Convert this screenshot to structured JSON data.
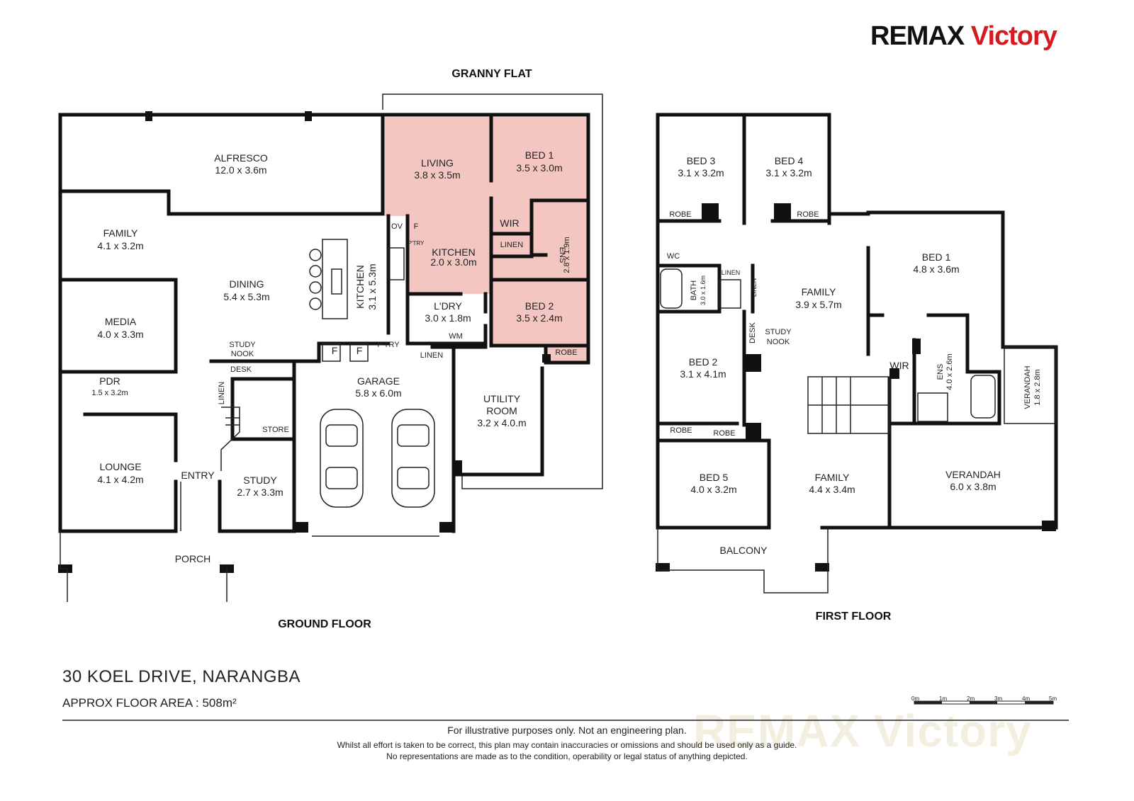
{
  "brand": {
    "name_part1": "REMAX",
    "name_part2": "Victory",
    "accent": "#d71920"
  },
  "watermark": "REMAX Victory",
  "labels": {
    "granny_flat": "GRANNY FLAT",
    "ground_floor": "GROUND FLOOR",
    "first_floor": "FIRST FLOOR"
  },
  "ground_rooms": {
    "alfresco": {
      "name": "ALFRESCO",
      "size": "12.0 x 3.6m"
    },
    "family": {
      "name": "FAMILY",
      "size": "4.1 x 3.2m"
    },
    "dining": {
      "name": "DINING",
      "size": "5.4 x 5.3m"
    },
    "kitchen": {
      "name": "KITCHEN",
      "size": "3.1 x 5.3m"
    },
    "media": {
      "name": "MEDIA",
      "size": "4.0 x 3.3m"
    },
    "pdr": {
      "name": "PDR",
      "size": "1.5 x 3.2m"
    },
    "lounge": {
      "name": "LOUNGE",
      "size": "4.1 x 4.2m"
    },
    "entry": {
      "name": "ENTRY"
    },
    "porch": {
      "name": "PORCH"
    },
    "study_nook": {
      "name1": "STUDY",
      "name2": "NOOK"
    },
    "desk": {
      "name": "DESK"
    },
    "linen": {
      "name": "LINEN"
    },
    "store": {
      "name": "STORE"
    },
    "study": {
      "name": "STUDY",
      "size": "2.7 x 3.3m"
    },
    "garage": {
      "name": "GARAGE",
      "size": "5.8 x 6.0m"
    },
    "ptry": {
      "name": "P'TRY"
    },
    "f1": {
      "name": "F"
    },
    "f2": {
      "name": "F"
    },
    "laundry": {
      "name": "L'DRY",
      "size": "3.0 x 1.8m",
      "wm": "WM"
    },
    "linen2": {
      "name": "LINEN"
    },
    "utility": {
      "name1": "UTILITY",
      "name2": "ROOM",
      "size": "3.2 x 4.0.m"
    },
    "gf_living": {
      "name": "LIVING",
      "size": "3.8 x 3.5m"
    },
    "gf_kitchen": {
      "name": "KITCHEN",
      "size": "2.0 x 3.0m",
      "ov": "OV",
      "f": "F",
      "ptry": "P'TRY"
    },
    "gf_bed1": {
      "name": "BED 1",
      "size": "3.5 x 3.0m"
    },
    "gf_wir": {
      "name": "WIR"
    },
    "gf_linen": {
      "name": "LINEN"
    },
    "gf_ens": {
      "name": "ENS",
      "size": "2.8 x 1.9m"
    },
    "gf_bed2": {
      "name": "BED 2",
      "size": "3.5 x 2.4m"
    },
    "gf_robe": {
      "name": "ROBE"
    }
  },
  "first_rooms": {
    "bed3": {
      "name": "BED 3",
      "size": "3.1 x 3.2m"
    },
    "bed4": {
      "name": "BED 4",
      "size": "3.1 x 3.2m"
    },
    "robe3": {
      "name": "ROBE"
    },
    "robe4": {
      "name": "ROBE"
    },
    "wc": {
      "name": "WC"
    },
    "bath": {
      "name": "BATH",
      "size": "3.0 x 1.6m"
    },
    "linen_a": {
      "name": "LINEN"
    },
    "linen_b": {
      "name": "LINEN"
    },
    "family1": {
      "name": "FAMILY",
      "size": "3.9 x 5.7m"
    },
    "desk": {
      "name": "DESK"
    },
    "study_nook": {
      "name1": "STUDY",
      "name2": "NOOK"
    },
    "bed2": {
      "name": "BED 2",
      "size": "3.1 x 4.1m"
    },
    "robe2": {
      "name": "ROBE"
    },
    "robe5": {
      "name": "ROBE"
    },
    "bed5": {
      "name": "BED 5",
      "size": "4.0 x 3.2m"
    },
    "family2": {
      "name": "FAMILY",
      "size": "4.4 x 3.4m"
    },
    "balcony": {
      "name": "BALCONY"
    },
    "bed1": {
      "name": "BED 1",
      "size": "4.8 x 3.6m"
    },
    "wir": {
      "name": "WIR"
    },
    "ens": {
      "name": "ENS",
      "size": "4.0 x 2.6m"
    },
    "verandah_small": {
      "name": "VERANDAH",
      "size": "1.8 x 2.8m"
    },
    "verandah": {
      "name": "VERANDAH",
      "size": "6.0 x 3.8m"
    }
  },
  "footer": {
    "address": "30 KOEL DRIVE, NARANGBA",
    "area": "APPROX FLOOR AREA  :  508m²",
    "disclaimer1": "For illustrative purposes only. Not an engineering plan.",
    "disclaimer2": "Whilst all effort is taken to be correct, this plan may contain inaccuracies or omissions and should be used only as a guide.",
    "disclaimer3": "No representations are made as to the condition, operability or legal status of anything depicted."
  },
  "scale_bar": [
    "0m",
    "1m",
    "2m",
    "3m",
    "4m",
    "5m"
  ],
  "colors": {
    "granny_fill": "#f4c6c2",
    "wall": "#111111"
  }
}
